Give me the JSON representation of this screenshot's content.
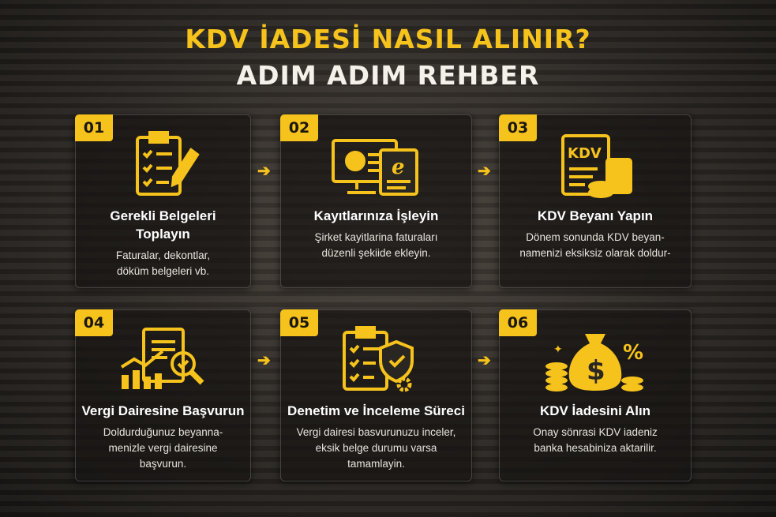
{
  "header": {
    "title": "KDV İADESİ NASIL ALINIR?",
    "subtitle": "ADIM ADIM REHBER"
  },
  "accent_color": "#f6c21c",
  "steps": [
    {
      "number": "01",
      "title": "Gerekli Belgeleri Toplayın",
      "description": "Faturalar, dekontlar, döküm belgeleri vb.",
      "icon": "clipboard-checklist-pencil-icon"
    },
    {
      "number": "02",
      "title": "Kayıtlarınıza İşleyin",
      "description": "Şirket kayitlarina faturaları düzenli şekiide ekleyin.",
      "icon": "computer-e-invoice-icon"
    },
    {
      "number": "03",
      "title": "KDV Beyanı Yapın",
      "description": "Dönem sonunda KDV beyan-namenizi eksiksiz olarak doldur-",
      "icon": "kdv-form-calculator-coins-icon",
      "icon_text": "KDV"
    },
    {
      "number": "04",
      "title": "Vergi Dairesine Başvurun",
      "description": "Doldurduğunuz beyanna-menizle vergi dairesine başvurun.",
      "icon": "chart-document-magnifier-icon"
    },
    {
      "number": "05",
      "title": "Denetim ve İnceleme Süreci",
      "description": "Vergi dairesi basvurunuzu inceler, eksik belge durumu varsa tamamlayin.",
      "icon": "clipboard-shield-gear-icon"
    },
    {
      "number": "06",
      "title": "KDV İadesini Alın",
      "description": "Onay sönrasi KDV iadeniz banka hesabiniza aktarilir.",
      "icon": "money-bag-coins-percent-icon"
    }
  ]
}
